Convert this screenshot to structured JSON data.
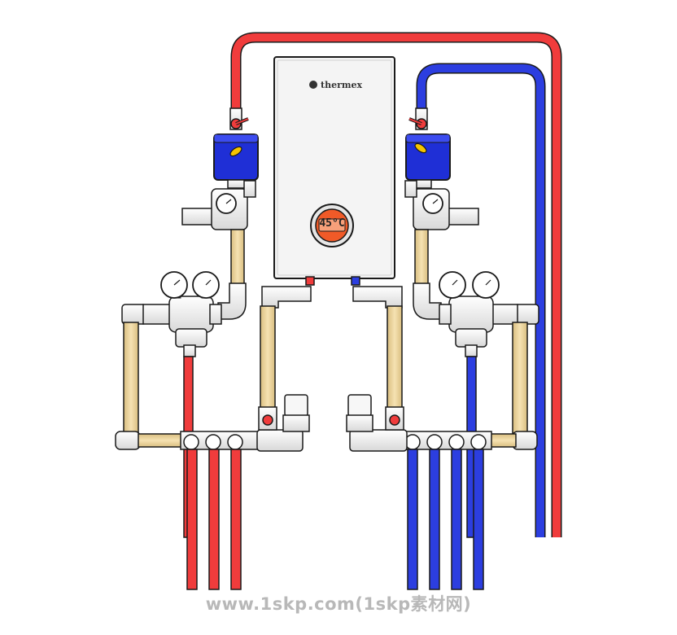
{
  "heater": {
    "brand": "thermex",
    "display_temp": "45°C",
    "display_color": "#f05a28"
  },
  "watermark": "www.1skp.com(1skp素材网)",
  "colors": {
    "hot_pipe": "#f03c3c",
    "cold_pipe": "#2c3ee0",
    "valve_body": "#1f2fd6",
    "valve_lever": "#f5c400",
    "brass_pipe": "#efd59a",
    "fitting": "#f2f2f2",
    "outline": "#1a1a1a"
  },
  "icons": {
    "gauge": "pressure-gauge-icon",
    "valve": "ball-valve-icon",
    "actuator": "motorized-valve-icon"
  }
}
